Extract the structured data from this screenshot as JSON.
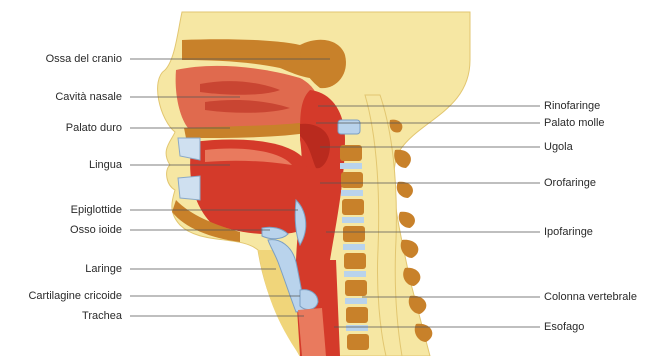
{
  "labels_left": [
    {
      "id": "ossa-del-cranio",
      "text": "Ossa del cranio"
    },
    {
      "id": "cavita-nasale",
      "text": "Cavità nasale"
    },
    {
      "id": "palato-duro",
      "text": "Palato duro"
    },
    {
      "id": "lingua",
      "text": "Lingua"
    },
    {
      "id": "epiglottide",
      "text": "Epiglottide"
    },
    {
      "id": "osso-ioide",
      "text": "Osso ioide"
    },
    {
      "id": "laringe",
      "text": "Laringe"
    },
    {
      "id": "cartilagine-cricoide",
      "text": "Cartilagine cricoide"
    },
    {
      "id": "trachea",
      "text": "Trachea"
    }
  ],
  "labels_right": [
    {
      "id": "rinofaringe",
      "text": "Rinofaringe"
    },
    {
      "id": "palato-molle",
      "text": "Palato molle"
    },
    {
      "id": "ugola",
      "text": "Ugola"
    },
    {
      "id": "orofaringe",
      "text": "Orofaringe"
    },
    {
      "id": "ipofaringe",
      "text": "Ipofaringe"
    },
    {
      "id": "colonna-vertebrale",
      "text": "Colonna vertebrale"
    },
    {
      "id": "esofago",
      "text": "Esofago"
    }
  ],
  "colors": {
    "skin": "#f6e7a3",
    "skin_shadow": "#f0d57a",
    "bone": "#c8812a",
    "tissue": "#d43a2a",
    "tissue_light": "#e97a5e",
    "cartilage": "#b9d3ec",
    "nasal": "#e06a4e",
    "leader": "#555555"
  }
}
